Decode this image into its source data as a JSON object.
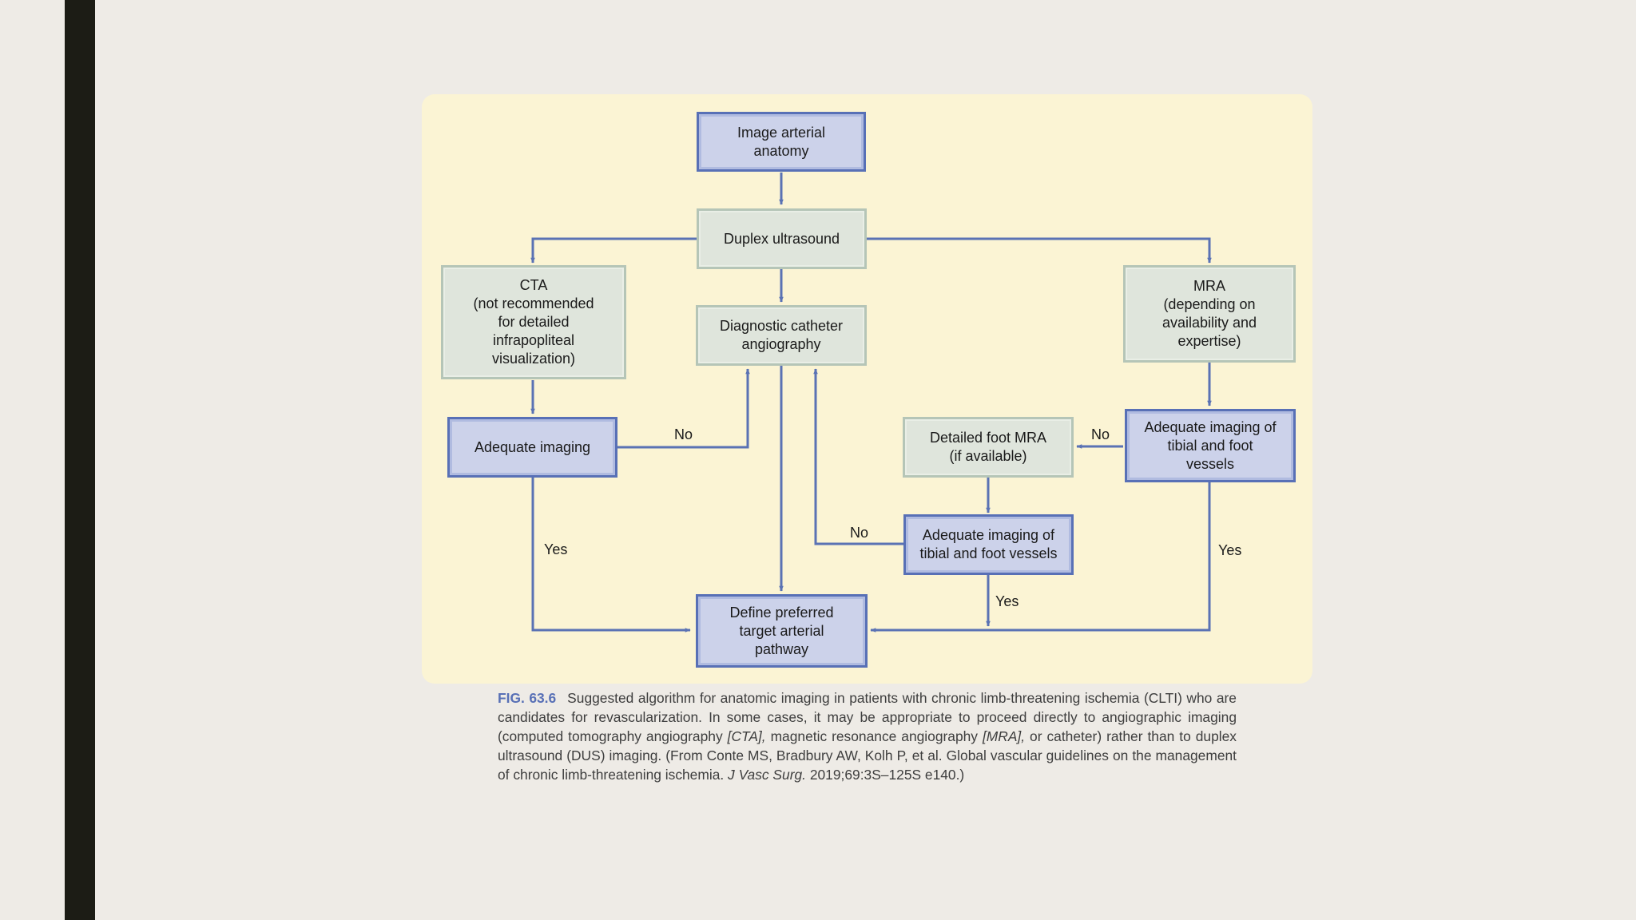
{
  "figure": {
    "nodes": {
      "image_anatomy": "Image arterial\nanatomy",
      "duplex": "Duplex ultrasound",
      "cta": "CTA\n(not recommended\nfor detailed\ninfrapopliteal\nvisualization)",
      "catheter": "Diagnostic catheter\nangiography",
      "mra": "MRA\n(depending on\navailability and\nexpertise)",
      "adequate_imaging": "Adequate imaging",
      "detailed_foot_mra": "Detailed foot MRA\n(if available)",
      "adequate_tibial_right": "Adequate imaging of\ntibial and foot\nvessels",
      "adequate_tibial_center": "Adequate imaging of\ntibial and foot vessels",
      "define_pathway": "Define preferred\ntarget arterial\npathway"
    },
    "edge_labels": {
      "no_left": "No",
      "no_right": "No",
      "no_center": "No",
      "yes_left": "Yes",
      "yes_center": "Yes",
      "yes_right": "Yes"
    }
  },
  "caption": {
    "fig_number": "FIG. 63.6",
    "part1": "Suggested algorithm for anatomic imaging in patients with chronic limb-threatening ischemia (CLTI) who are candidates for revascularization. In some cases, it may be appropriate to proceed directly to angiographic imaging (computed tomography angiography ",
    "cta_abbrev": "[CTA],",
    "part2": " magnetic resonance angiography ",
    "mra_abbrev": "[MRA],",
    "part3": " or catheter) rather than to duplex ultrasound (DUS) imaging. (From Conte MS, Bradbury AW, Kolh P, et al. Global vascular guidelines on the management of chronic limb-threatening ischemia. ",
    "journal": "J Vasc Surg.",
    "part4": " 2019;69:3S–125S e140.)"
  },
  "colors": {
    "background": "#eeebe6",
    "left_bar": "#1c1c15",
    "panel": "#fbf4d4",
    "blue_box": "#ccd2ea",
    "blue_border": "#5870b6",
    "grey_box": "#dfe5dc",
    "arrow": "#5a72b4"
  }
}
